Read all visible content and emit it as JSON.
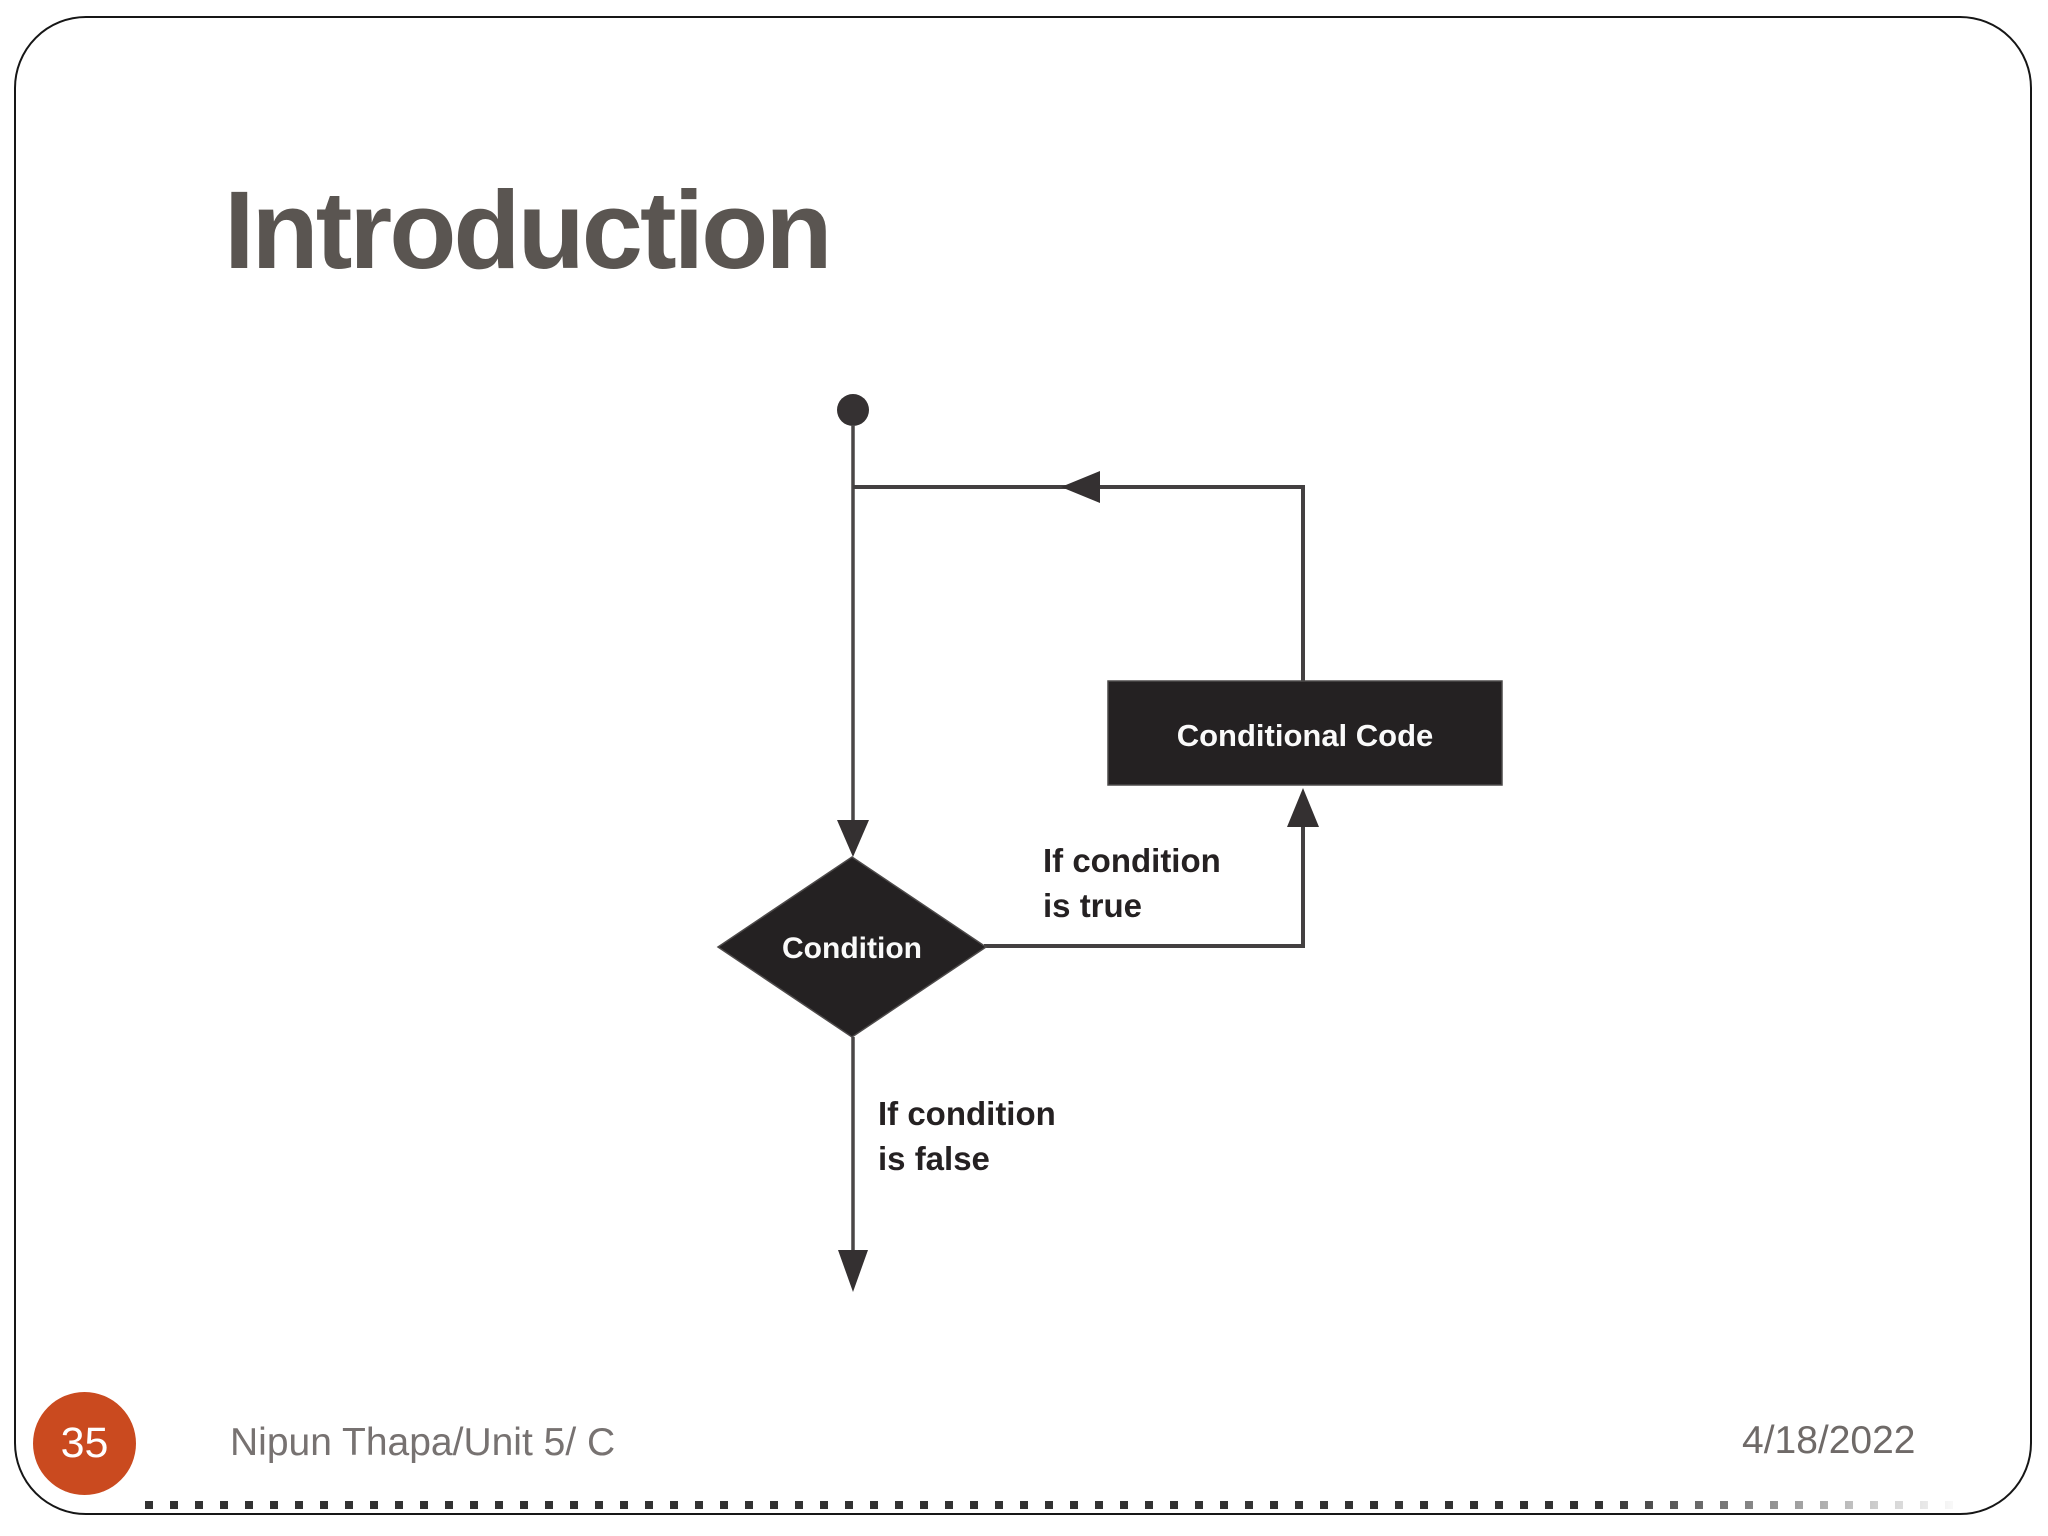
{
  "slide": {
    "title": "Introduction",
    "page_number": "35",
    "footer_author": "Nipun Thapa/Unit 5/ C",
    "footer_date": "4/18/2022"
  },
  "flowchart": {
    "start_node": "start-dot",
    "condition_label": "Condition",
    "conditional_code_label": "Conditional Code",
    "true_label_line1": "If condition",
    "true_label_line2": "is true",
    "false_label_line1": "If condition",
    "false_label_line2": "is false"
  },
  "colors": {
    "accent_orange": "#ca4a1f",
    "shape_dark": "#242122",
    "line_gray": "#434041",
    "title_gray": "#5a5551",
    "footer_gray": "#777271",
    "node_text_white": "#fafafa"
  }
}
